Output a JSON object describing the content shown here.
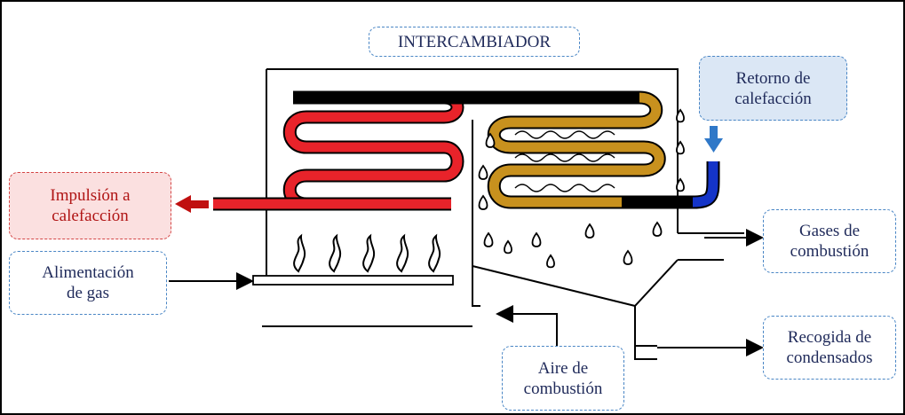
{
  "labels": {
    "intercambiador": "INTERCAMBIADOR",
    "retorno": "Retorno de\ncalefacción",
    "impulsion": "Impulsión a\ncalefacción",
    "alimentacion": "Alimentación\nde gas",
    "gases": "Gases de\ncombustión",
    "recogida": "Recogida de\ncondensados",
    "aire": "Aire de\ncombustión"
  },
  "colors": {
    "hot": "#e8232a",
    "warm": "#c8911e",
    "cold": "#1434c8",
    "arrow_red": "#c01010",
    "arrow_blue": "#2f78c8",
    "line": "#000000"
  }
}
